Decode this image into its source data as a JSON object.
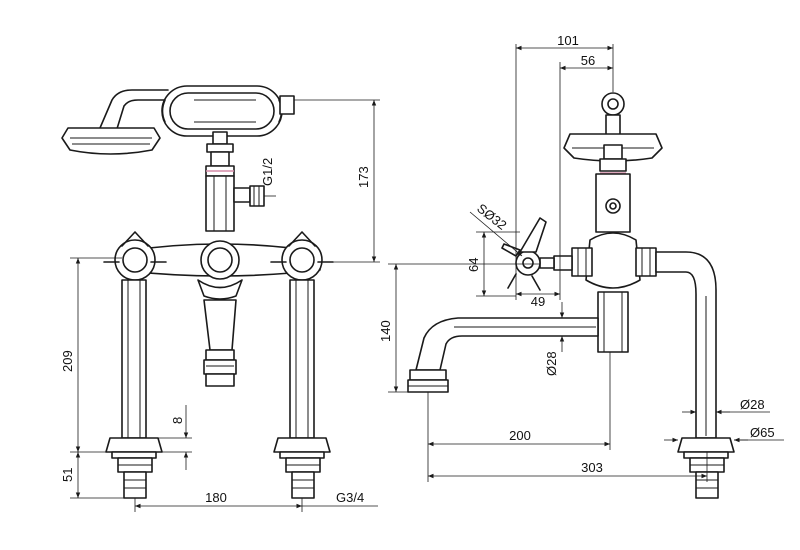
{
  "front_view": {
    "dim_height_body": "173",
    "dim_inlet_thread": "G1/2",
    "dim_leg_height": "209",
    "dim_flange_gap": "8",
    "dim_base": "51",
    "dim_centres": "180",
    "dim_tail_thread": "G3/4"
  },
  "side_view": {
    "dim_overall_reach": "101",
    "dim_head_offset": "56",
    "dim_handle_size": "SØ32",
    "dim_handle_height": "64",
    "dim_handle_reach": "49",
    "dim_spout_height": "140",
    "dim_spout_diameter": "Ø28",
    "dim_leg_diameter": "Ø28",
    "dim_flange_diameter": "Ø65",
    "dim_spout_projection": "200",
    "dim_overall_projection": "303"
  },
  "colors": {
    "line": "#1a1a1a",
    "highlight": "#d48aa6",
    "background": "#ffffff"
  }
}
